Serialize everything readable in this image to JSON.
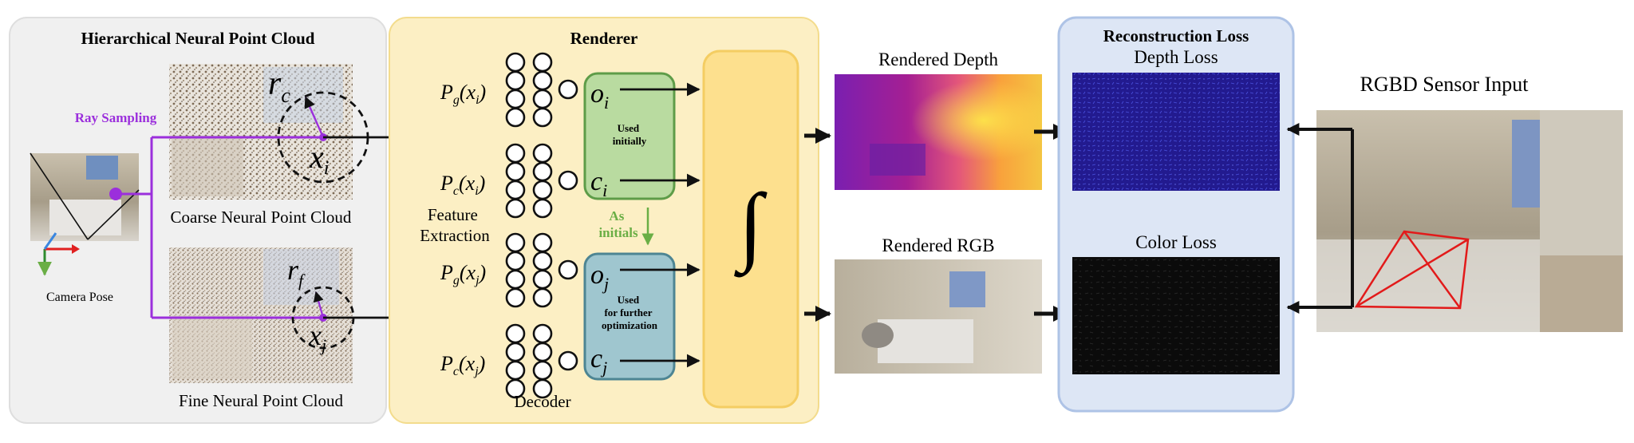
{
  "panels": {
    "point_cloud": {
      "title": "Hierarchical Neural Point Cloud",
      "ray_sampling": "Ray Sampling",
      "camera_pose": "Camera Pose",
      "coarse_label": "Coarse Neural Point Cloud",
      "fine_label": "Fine Neural Point Cloud",
      "r_coarse": "r",
      "r_coarse_sub": "c",
      "r_fine": "r",
      "r_fine_sub": "f",
      "x_i": "x",
      "x_i_sub": "i",
      "x_j": "x",
      "x_j_sub": "j"
    },
    "renderer": {
      "title": "Renderer",
      "feature_extraction_1": "Feature",
      "feature_extraction_2": "Extraction",
      "decoder": "Decoder",
      "pg_xi": "P",
      "pg_xi_sub": "g",
      "pg_xi_arg": "(x",
      "pg_xi_argsub": "i",
      "pc_xi": "P",
      "pc_xi_sub": "c",
      "pc_xi_arg": "(x",
      "pc_xi_argsub": "i",
      "pg_xj": "P",
      "pg_xj_sub": "g",
      "pg_xj_arg": "(x",
      "pg_xj_argsub": "j",
      "pc_xj": "P",
      "pc_xj_sub": "c",
      "pc_xj_arg": "(x",
      "pc_xj_argsub": "j",
      "paren_close": ")",
      "o_i": "o",
      "o_i_sub": "i",
      "c_i": "c",
      "c_i_sub": "i",
      "o_j": "o",
      "o_j_sub": "j",
      "c_j": "c",
      "c_j_sub": "j",
      "used_initially_1": "Used",
      "used_initially_2": "initially",
      "as_initials_1": "As",
      "as_initials_2": "initials",
      "used_further_1": "Used",
      "used_further_2": "for further",
      "used_further_3": "optimization",
      "integral": "∫"
    },
    "outputs": {
      "rendered_depth": "Rendered Depth",
      "rendered_rgb": "Rendered RGB"
    },
    "loss": {
      "title": "Reconstruction Loss",
      "depth_loss": "Depth Loss",
      "color_loss": "Color Loss"
    },
    "sensor": {
      "title": "RGBD Sensor Input"
    }
  },
  "colors": {
    "gray_panel": "#f0f0f0",
    "renderer_panel": "#fcefc4",
    "loss_panel": "#dde6f5",
    "purple": "#9b2fdc",
    "green_box": "#b9dba0",
    "teal_box": "#9fc6cf",
    "green_text": "#6aae45"
  }
}
